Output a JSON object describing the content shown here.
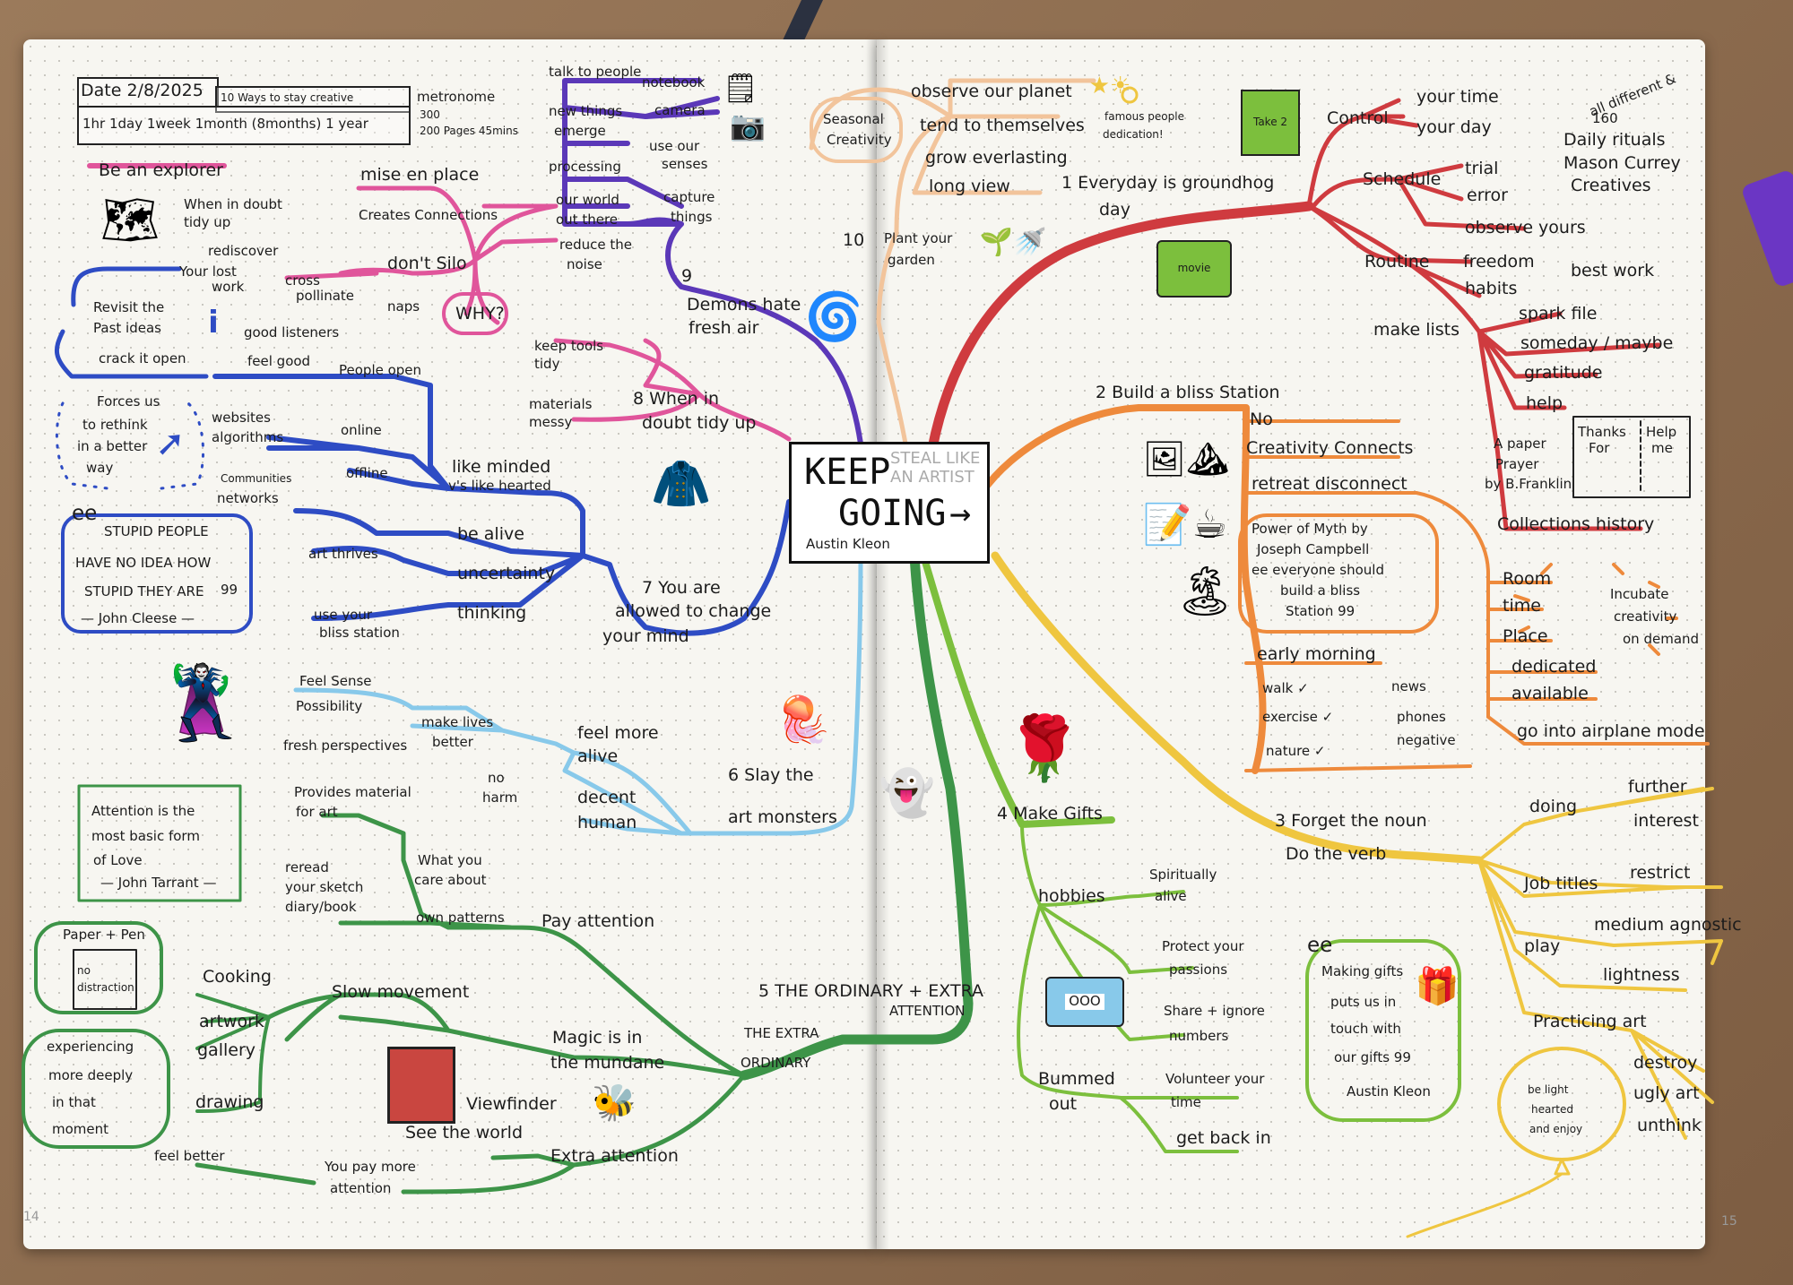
{
  "colors": {
    "red": "#cf3b3f",
    "orange": "#ee8a3c",
    "yellow": "#efc640",
    "green": "#7cbf3d",
    "dark_green": "#3d9448",
    "light_blue": "#88c9ea",
    "blue": "#2e4cc4",
    "purple": "#5b38b8",
    "pink": "#e0559b",
    "peach": "#f2c49b",
    "grey": "#555555"
  },
  "header": {
    "date": "Date 2/8/2025",
    "subtitle": "10 Ways to stay creative",
    "timeline": "1hr  1day  1week  1month (8months)  1 year",
    "metronome": "metronome",
    "bpm": "300",
    "pages": "200 Pages  45mins"
  },
  "page_numbers": {
    "left": "14",
    "right": "15"
  },
  "central": {
    "line1": "KEEP",
    "line2": "GOING",
    "arrow": "→",
    "author": "Austin Kleon",
    "ghost_text": "STEAL LIKE AN ARTIST"
  },
  "left_page": {
    "explorer": "Be an explorer",
    "tidy": [
      "When in doubt",
      "tidy up"
    ],
    "mise": "mise en place",
    "creates": "Creates Connections",
    "rediscover": "rediscover",
    "lost_work": [
      "Your lost",
      "work"
    ],
    "cross": [
      "cross",
      "pollinate"
    ],
    "dont_silo": "don't Silo",
    "naps": "naps",
    "why": "WHY?",
    "revisit": [
      "Revisit the",
      "Past ideas"
    ],
    "crack": "crack it open",
    "forces": [
      "Forces us",
      "to rethink",
      "in a better",
      "way"
    ],
    "good_listeners": "good listeners",
    "feel_good": "feel good",
    "people_open": "People open",
    "websites": [
      "websites",
      "algorithms"
    ],
    "online": "online",
    "communities": [
      "Communities",
      "networks"
    ],
    "offline": "offline",
    "like_minded": [
      "like minded",
      "v's like hearted"
    ],
    "be_alive": "be alive",
    "art_thrives": "art thrives",
    "uncertainty": "uncertainty",
    "use_bliss": [
      "use your",
      "bliss station"
    ],
    "thinking": "thinking",
    "quote_cleese": [
      "STUPID PEOPLE",
      "HAVE NO IDEA HOW",
      "STUPID THEY ARE",
      "— John Cleese —"
    ],
    "quote_marks_open": "ee",
    "quote_marks_close": "99",
    "keep_tools": [
      "keep tools",
      "tidy"
    ],
    "materials": [
      "materials",
      "messy"
    ],
    "branch8": [
      "8  When in",
      "doubt tidy up"
    ],
    "branch7": [
      "7  You are",
      "allowed to change",
      "your mind"
    ],
    "branch9": [
      "9",
      "Demons hate",
      "fresh air"
    ],
    "purple_items": [
      "talk to people",
      "notebook",
      "new things",
      "emerge",
      "camera",
      "use our",
      "senses",
      "processing",
      "our world",
      "out there",
      "capture",
      "things",
      "reduce the",
      "noise"
    ],
    "feel_sense": [
      "Feel Sense",
      "Possibility"
    ],
    "fresh": "fresh perspectives",
    "make_lives": [
      "make lives",
      "better"
    ],
    "feel_more": [
      "feel more",
      "alive"
    ],
    "no_harm": [
      "no",
      "harm"
    ],
    "decent": [
      "decent",
      "human"
    ],
    "branch6": [
      "6  Slay the",
      "art monsters"
    ],
    "attention_quote": [
      "Attention is the",
      "most basic form",
      "of Love",
      "— John Tarrant —"
    ],
    "provides": [
      "Provides material",
      "for art"
    ],
    "what_you": [
      "What you",
      "care about"
    ],
    "reread": [
      "reread",
      "your sketch",
      "diary/book"
    ],
    "own_patterns": "own patterns",
    "pay_attention": "Pay attention",
    "paper_pen": "Paper + Pen",
    "no_distraction": [
      "no",
      "distraction"
    ],
    "cooking": "Cooking",
    "slow": "Slow movement",
    "artwork": "artwork",
    "gallery": "gallery",
    "drawing": "drawing",
    "magic": [
      "Magic is in",
      "the mundane"
    ],
    "experiencing": [
      "experiencing",
      "more deeply",
      "in that",
      "moment"
    ],
    "viewfinder": "Viewfinder",
    "see_world": "See the world",
    "feel_better": "feel better",
    "pay_more": [
      "You pay more",
      "attention"
    ],
    "extra_attention": "Extra attention",
    "branch5": [
      "5  THE ORDINARY + EXTRA",
      "ATTENTION"
    ],
    "extra_ordinary": [
      "THE EXTRA",
      "ORDINARY"
    ]
  },
  "right_page": {
    "observe": "observe our planet",
    "seasonal": [
      "Seasonal",
      "Creativity"
    ],
    "tend": "tend to themselves",
    "famous": [
      "famous people",
      "dedication!"
    ],
    "grow": "grow everlasting",
    "long_view": "long view",
    "branch1": [
      "1  Everyday is groundhog",
      "day"
    ],
    "branch10": [
      "10",
      "Plant your",
      "garden"
    ],
    "take2": "Take 2",
    "movie": "movie",
    "control": "Control",
    "your_time": "your time",
    "your_day": "your day",
    "schedule": "Schedule",
    "trial": "trial",
    "error": "error",
    "observe_yours": "observe yours",
    "routine": "Routine",
    "freedom": "freedom",
    "habits": "habits",
    "best_work": "best work",
    "all_different": "all different &",
    "rituals": [
      "160",
      "Daily rituals",
      "Mason Currey",
      "Creatives"
    ],
    "make_lists": "make lists",
    "lists": [
      "spark file",
      "someday / maybe",
      "gratitude",
      "help"
    ],
    "paper_prayer": [
      "A paper",
      "Prayer",
      "by B.Franklin"
    ],
    "thanks_for": [
      "Thanks",
      "For"
    ],
    "help_me": [
      "Help",
      "me"
    ],
    "collections": "Collections history",
    "branch2": "2  Build a bliss Station",
    "no": "No",
    "creativity_connects": "Creativity Connects",
    "retreat": "retreat  disconnect",
    "myth": [
      "Power of Myth by",
      "Joseph Campbell",
      "ee everyone should",
      "build a bliss",
      "Station 99"
    ],
    "early": "early morning",
    "walk": "walk ✓",
    "exercise": "exercise ✓",
    "nature": "nature ✓",
    "news": "news",
    "phones": "phones",
    "negative": "negative",
    "room": "Room",
    "time": "time",
    "place": "Place",
    "dedicated": "dedicated",
    "available": "available",
    "airplane": "go into airplane mode",
    "incubate": [
      "Incubate",
      "creativity",
      "on demand"
    ],
    "branch4": "4  Make Gifts",
    "hobbies": "hobbies",
    "spiritually": [
      "Spiritually",
      "alive"
    ],
    "protect": [
      "Protect your",
      "passions"
    ],
    "share": [
      "Share + ignore",
      "numbers"
    ],
    "bummed": [
      "Bummed",
      "out"
    ],
    "volunteer": [
      "Volunteer your",
      "time"
    ],
    "get_back": "get back in",
    "gifts_quote": [
      "ee",
      "Making gifts",
      "puts us in",
      "touch with",
      "our gifts 99",
      "Austin Kleon"
    ],
    "tape": "OOO",
    "branch3": [
      "3  Forget the noun",
      "Do the verb"
    ],
    "doing": "doing",
    "further": "further",
    "interest": "interest",
    "job_titles": "Job titles",
    "restrict": "restrict",
    "medium": "medium agnostic",
    "play": "play",
    "lightness": "lightness",
    "practicing": "Practicing art",
    "destroy": "destroy",
    "ugly_art": "ugly art",
    "unthink": "unthink",
    "be_light": [
      "be light",
      "hearted",
      "and enjoy"
    ]
  }
}
